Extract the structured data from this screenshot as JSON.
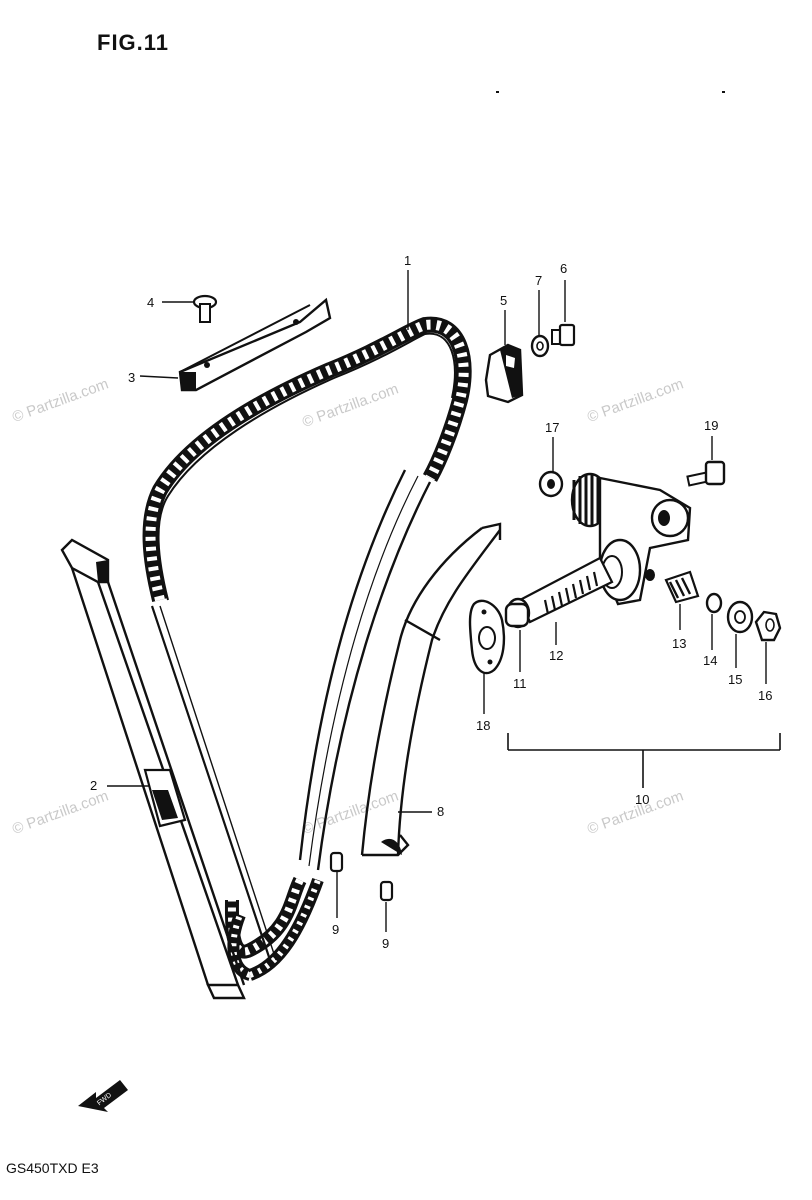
{
  "figure": {
    "title": "FIG.11",
    "model_code": "GS450TXD E3"
  },
  "watermark": "© Partzilla.com",
  "callouts": [
    "1",
    "2",
    "3",
    "4",
    "5",
    "6",
    "7",
    "8",
    "9",
    "9",
    "10",
    "11",
    "12",
    "13",
    "14",
    "15",
    "16",
    "17",
    "18",
    "19"
  ],
  "fwd_label": "FWD"
}
